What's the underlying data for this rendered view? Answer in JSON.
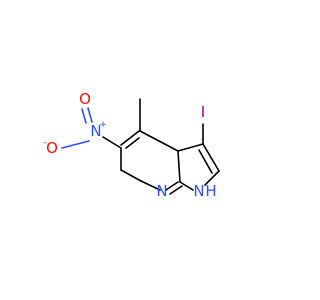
{
  "molecule": {
    "atoms": {
      "iodine": "I",
      "nitro_nitrogen": "N",
      "nitro_plus": "+",
      "nitro_oxygen_single": "O",
      "nitro_minus": "-",
      "nitro_oxygen_double": "O",
      "ring_nitrogen": "N",
      "nh_nitrogen": "N",
      "nh_hydrogen": "H"
    },
    "colors": {
      "carbon_bond": "#000000",
      "iodine": "#940094",
      "nitrogen": "#3050f8",
      "oxygen": "#ff0d0d"
    }
  }
}
